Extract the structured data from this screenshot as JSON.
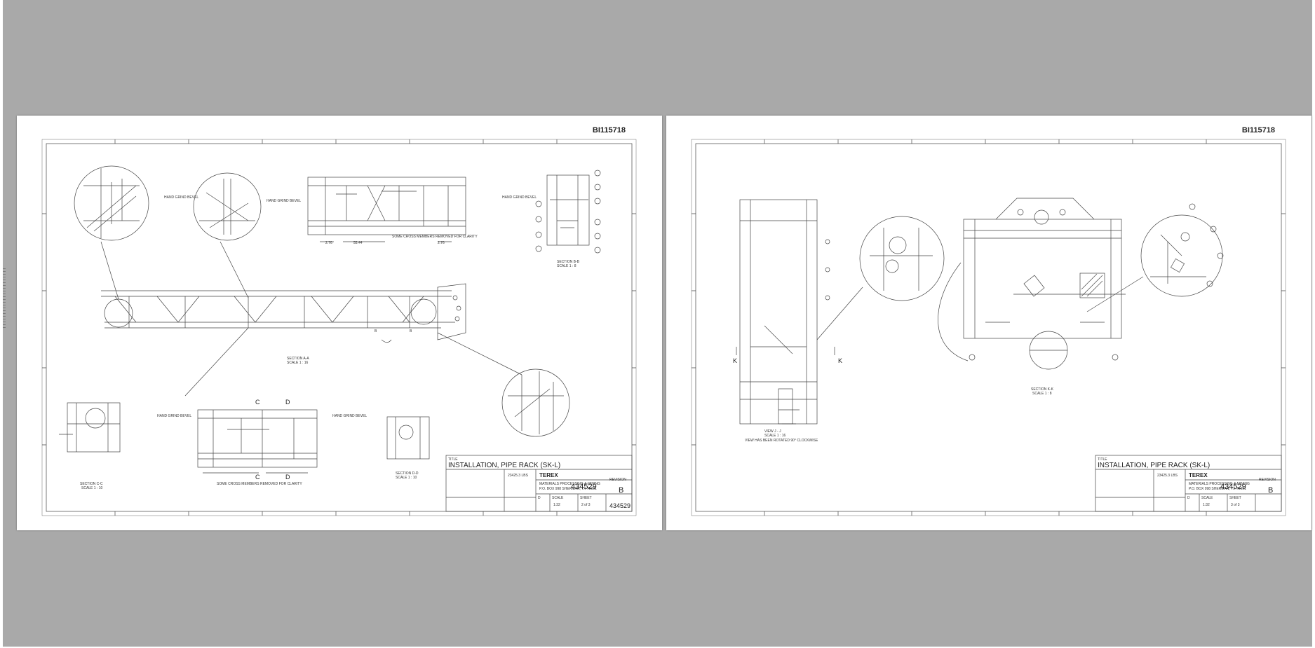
{
  "viewer": {
    "pages": [
      {
        "drawing_id": "BI115718",
        "labels": {
          "top_note": "SOME CROSS MEMBERS REMOVED FOR CLARITY",
          "bottom_note": "SOME CROSS MEMBERS REMOVED FOR CLARITY",
          "section_main": "SECTION A-A",
          "section_main_scale": "SCALE 1 : 16",
          "section_small_top": "SECTION B-B",
          "section_small_top_scale": "SCALE 1 : 8",
          "section_c": "SECTION C-C",
          "section_c_scale": "SCALE 1 : 10",
          "section_d": "SECTION D-D",
          "section_d_scale": "SCALE 1 : 10",
          "grind": "HAND GRIND BEVEL",
          "dim_a": "2.76",
          "dim_b": "55.44",
          "dim_c": "2.76",
          "letter_b1": "B",
          "letter_b2": "B",
          "letter_c1": "C",
          "letter_c2": "C",
          "letter_d1": "D",
          "letter_d2": "D"
        },
        "title_block": {
          "title_label": "TITLE",
          "title": "INSTALLATION, PIPE RACK (SK-L)",
          "drawing_no": "434529",
          "drawing_no_bottom": "434529",
          "revision_label": "REVISION",
          "revision": "B",
          "sheet_label": "SHEET",
          "sheet": "2 of 3",
          "scale_label": "SCALE",
          "scale": "1:32",
          "size": "D",
          "company_logo": "TEREX",
          "company": "MATERIALS PROCESSING & MINING",
          "address": "P.O. BOX 998 SHERMAN, TX 75091",
          "weight": "23425.3 LBS"
        }
      },
      {
        "drawing_id": "BI115718",
        "labels": {
          "view_label": "VIEW J - J",
          "view_scale": "SCALE 1 : 16",
          "view_note": "VIEW HAS BEEN ROTATED 90° CLOCKWISE",
          "section_label": "SECTION K-K",
          "section_scale": "SCALE 1 : 8",
          "k_left": "K",
          "k_right": "K"
        },
        "title_block": {
          "title_label": "TITLE",
          "title": "INSTALLATION, PIPE RACK (SK-L)",
          "drawing_no": "434529",
          "revision_label": "REVISION",
          "revision": "B",
          "sheet_label": "SHEET",
          "sheet": "3 of 3",
          "scale_label": "SCALE",
          "scale": "1:32",
          "size": "D",
          "company_logo": "TEREX",
          "company": "MATERIALS PROCESSING & MINING",
          "address": "P.O. BOX 998 SHERMAN, TX 75091",
          "weight": "23425.3 LBS"
        }
      }
    ],
    "colors": {
      "viewer_bg": "#a9a9a9",
      "page_bg": "#ffffff",
      "line": "#333333"
    }
  }
}
